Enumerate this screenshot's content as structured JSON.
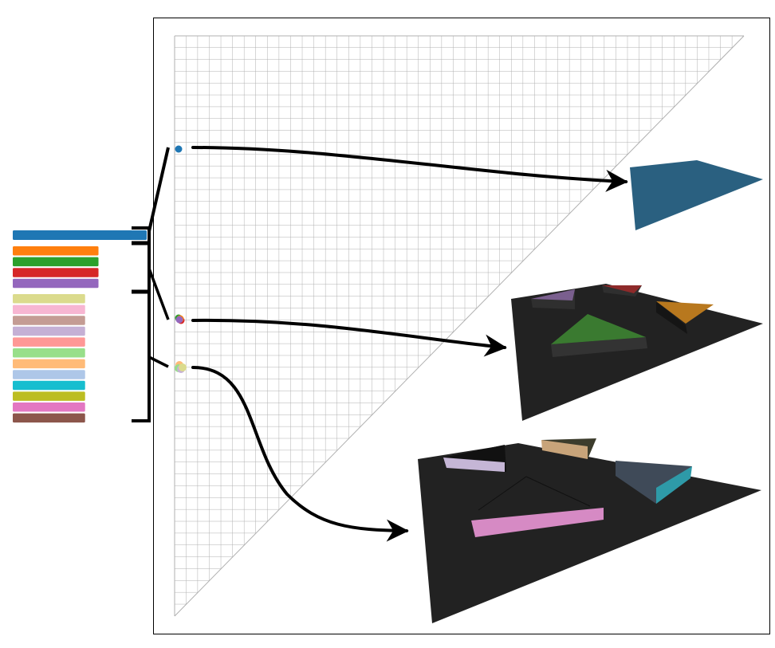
{
  "colors": {
    "frame": "#000000",
    "grid": "#b0b0b0",
    "floor": "#222222",
    "scene1_shape": "#2a6080"
  },
  "bars": {
    "group1": [
      "#1f77b4"
    ],
    "group2": [
      "#ff7f0e",
      "#2ca02c",
      "#d62728",
      "#9467bd"
    ],
    "group3": [
      "#dbdb8d",
      "#f7b6d2",
      "#c49c94",
      "#c5b0d5",
      "#ff9896",
      "#98df8a",
      "#ffbb78",
      "#aec7e8",
      "#17becf",
      "#bcbd22",
      "#e377c2",
      "#8c564b"
    ]
  },
  "bar_lengths": {
    "group1": 1.0,
    "group2": 0.64,
    "group3": 0.54
  },
  "scene2_objects": [
    {
      "name": "purple-prism",
      "color": "#7a5f8e"
    },
    {
      "name": "red-prism",
      "color": "#8e2a2a"
    },
    {
      "name": "orange-prism",
      "color": "#b8781e"
    },
    {
      "name": "green-prism",
      "color": "#3a7a30"
    }
  ],
  "scene3_objects": [
    {
      "name": "lavender-prism",
      "color": "#c5b6d6"
    },
    {
      "name": "tan-prism",
      "color": "#c8a47a"
    },
    {
      "name": "teal-prism",
      "color": "#2e9aa8"
    },
    {
      "name": "pink-bar",
      "color": "#d68ac4"
    }
  ]
}
